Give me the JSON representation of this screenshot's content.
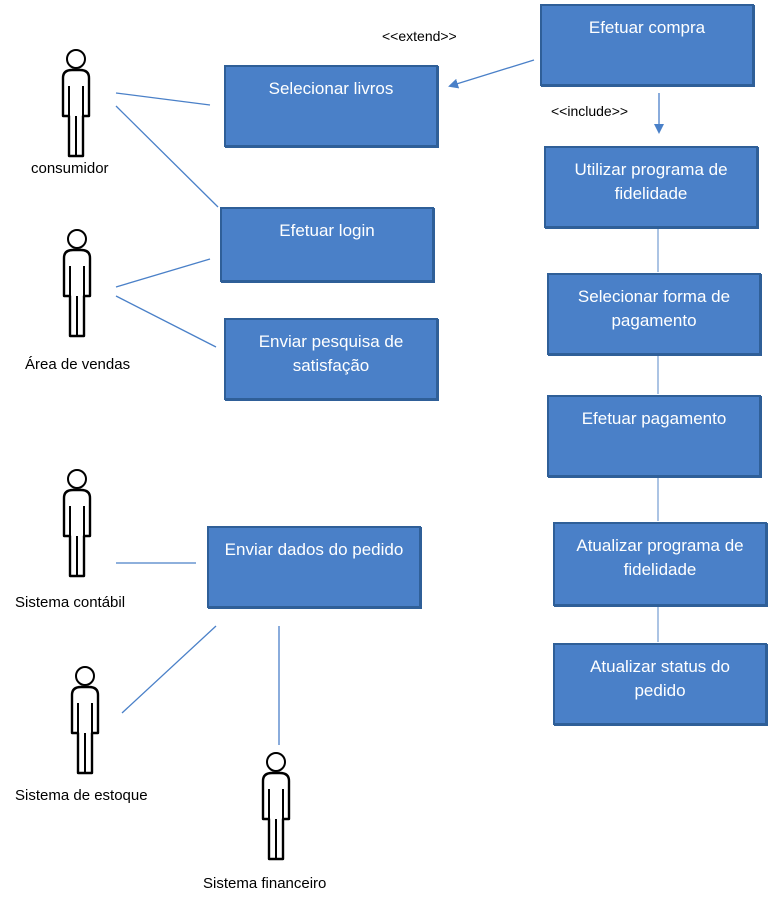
{
  "use_cases": {
    "efetuar_compra": "Efetuar compra",
    "selecionar_livros": "Selecionar livros",
    "efetuar_login": "Efetuar login",
    "enviar_pesquisa": "Enviar pesquisa de satisfação",
    "utilizar_fidelidade": "Utilizar programa de fidelidade",
    "selecionar_pagamento": "Selecionar forma de pagamento",
    "efetuar_pagamento": "Efetuar pagamento",
    "atualizar_fidelidade": "Atualizar programa de fidelidade",
    "atualizar_status": "Atualizar status do pedido",
    "enviar_dados": "Enviar dados do pedido"
  },
  "stereotypes": {
    "extend": "<<extend>>",
    "include": "<<include>>"
  },
  "actors": {
    "consumidor": "consumidor",
    "area_vendas": "Área de vendas",
    "contabil": "Sistema contábil",
    "estoque": "Sistema de estoque",
    "financeiro": "Sistema financeiro"
  },
  "colors": {
    "box_fill": "#4a80c8",
    "box_border": "#2f5f98",
    "line": "#4a80c8"
  }
}
